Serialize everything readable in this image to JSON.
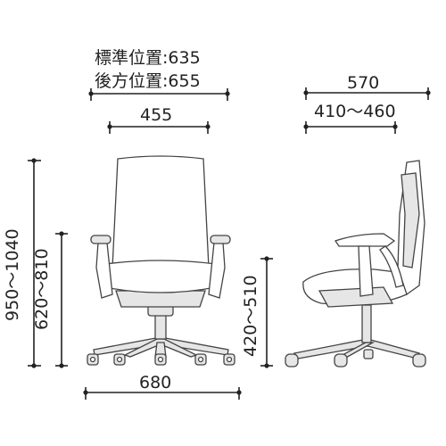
{
  "dimensions": {
    "seat_position_standard": "標準位置:635",
    "seat_position_rear": "後方位置:655",
    "armrest_span": "455",
    "depth_total": "570",
    "seat_depth_range": "410～460",
    "overall_height": "950～1040",
    "armrest_height": "620～810",
    "seat_height": "420～510",
    "base_width": "680"
  },
  "views": [
    "front-view",
    "side-view"
  ]
}
